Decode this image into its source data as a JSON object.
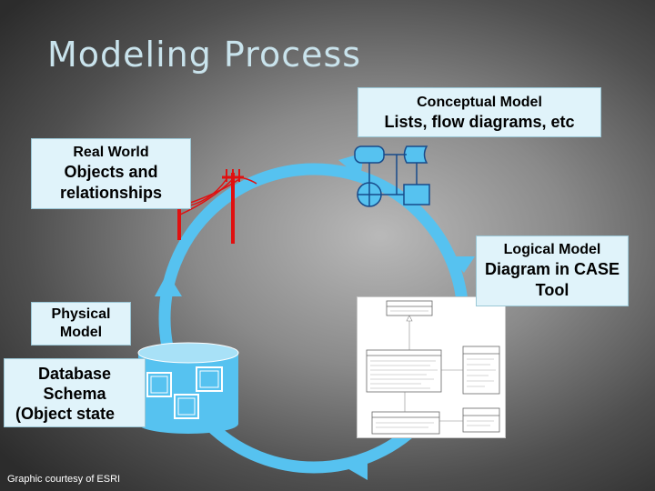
{
  "title": "Modeling Process",
  "conceptual": {
    "heading": "Conceptual Model",
    "detail": "Lists, flow diagrams, etc"
  },
  "realworld": {
    "heading": "Real World",
    "detail": "Objects and relationships"
  },
  "logical": {
    "heading": "Logical Model",
    "detail": "Diagram in CASE Tool"
  },
  "physical": {
    "line1": "Physical",
    "line2": "Model"
  },
  "database": {
    "line1": "Database",
    "line2": "Schema",
    "line3": "(Object state"
  },
  "courtesy": "Graphic courtesy of ESRI",
  "colors": {
    "cycle": "#56c2f0",
    "powerline": "#e01010",
    "box_bg": "#e0f3fa",
    "title": "#c9e3ec"
  }
}
